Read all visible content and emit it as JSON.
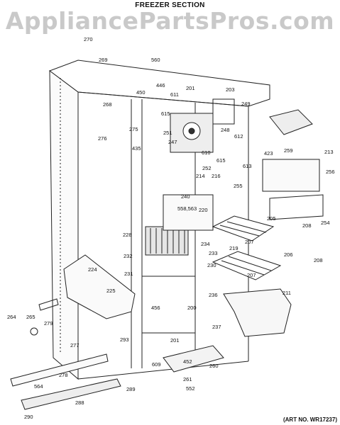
{
  "header": {
    "title": "FREEZER SECTION",
    "watermark": "AppliancePartsPros.com"
  },
  "footer": {
    "art_number": "(ART NO. WR17237)"
  },
  "callouts": [
    "270",
    "269",
    "560",
    "446",
    "450",
    "611",
    "201",
    "203",
    "268",
    "249",
    "615",
    "251",
    "435",
    "275",
    "276",
    "247",
    "248",
    "612",
    "610",
    "615",
    "213",
    "423",
    "259",
    "256",
    "252",
    "214",
    "216",
    "240",
    "255",
    "613",
    "558,563",
    "220",
    "254",
    "228",
    "205",
    "208",
    "234",
    "233",
    "219",
    "207",
    "206",
    "232",
    "231",
    "230",
    "208",
    "224",
    "207",
    "225",
    "211",
    "236",
    "265",
    "279",
    "264",
    "456",
    "200",
    "237",
    "293",
    "201",
    "277",
    "609",
    "452",
    "260",
    "278",
    "261",
    "552",
    "564",
    "289",
    "288",
    "290"
  ]
}
